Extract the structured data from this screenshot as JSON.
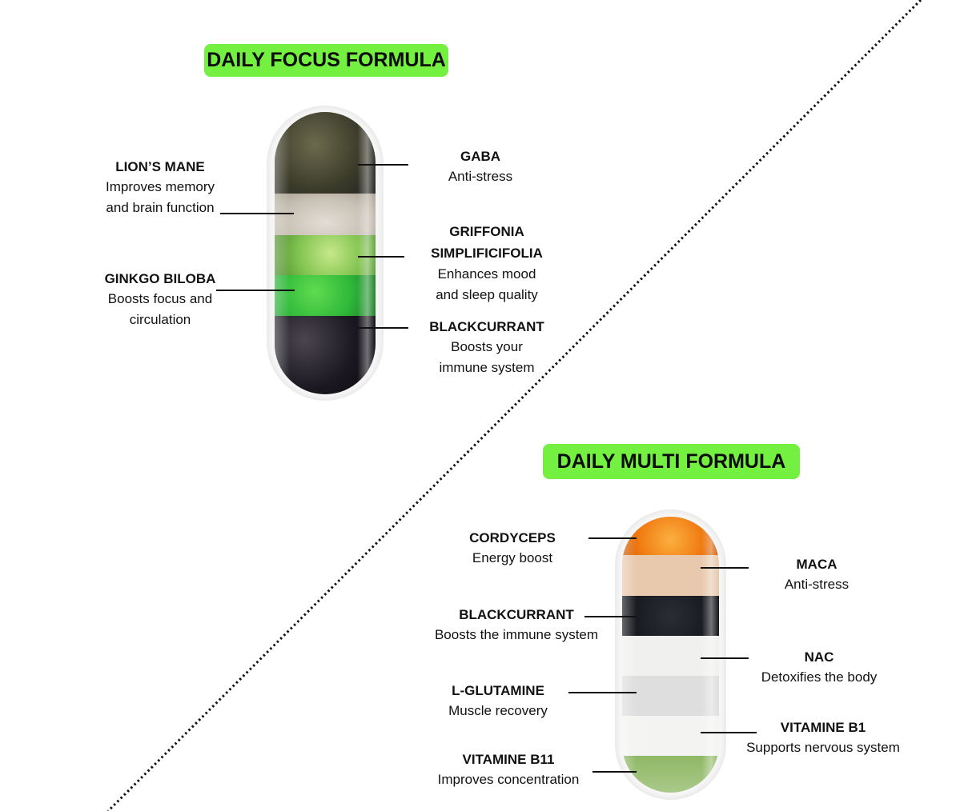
{
  "focus": {
    "title": "DAILY FOCUS FORMULA",
    "ingredients": [
      {
        "name": "LION’S MANE",
        "desc": "Improves memory\nand brain function"
      },
      {
        "name": "GINKGO BILOBA",
        "desc": "Boosts focus and\ncirculation"
      },
      {
        "name": "GABA",
        "desc": "Anti-stress"
      },
      {
        "name": "GRIFFONIA\nSIMPLIFICIFOLIA",
        "desc": "Enhances mood\nand sleep quality"
      },
      {
        "name": "BLACKCURRANT",
        "desc": "Boosts your\nimmune system"
      }
    ]
  },
  "multi": {
    "title": "DAILY MULTI FORMULA",
    "ingredients": [
      {
        "name": "CORDYCEPS",
        "desc": "Energy boost"
      },
      {
        "name": "BLACKCURRANT",
        "desc": "Boosts the immune system"
      },
      {
        "name": "L-GLUTAMINE",
        "desc": "Muscle recovery"
      },
      {
        "name": "VITAMINE B11",
        "desc": "Improves concentration"
      },
      {
        "name": "MACA",
        "desc": "Anti-stress"
      },
      {
        "name": "NAC",
        "desc": "Detoxifies the body"
      },
      {
        "name": "VITAMINE B1",
        "desc": "Supports nervous system"
      }
    ]
  },
  "colors": {
    "badge": "#73f040"
  }
}
